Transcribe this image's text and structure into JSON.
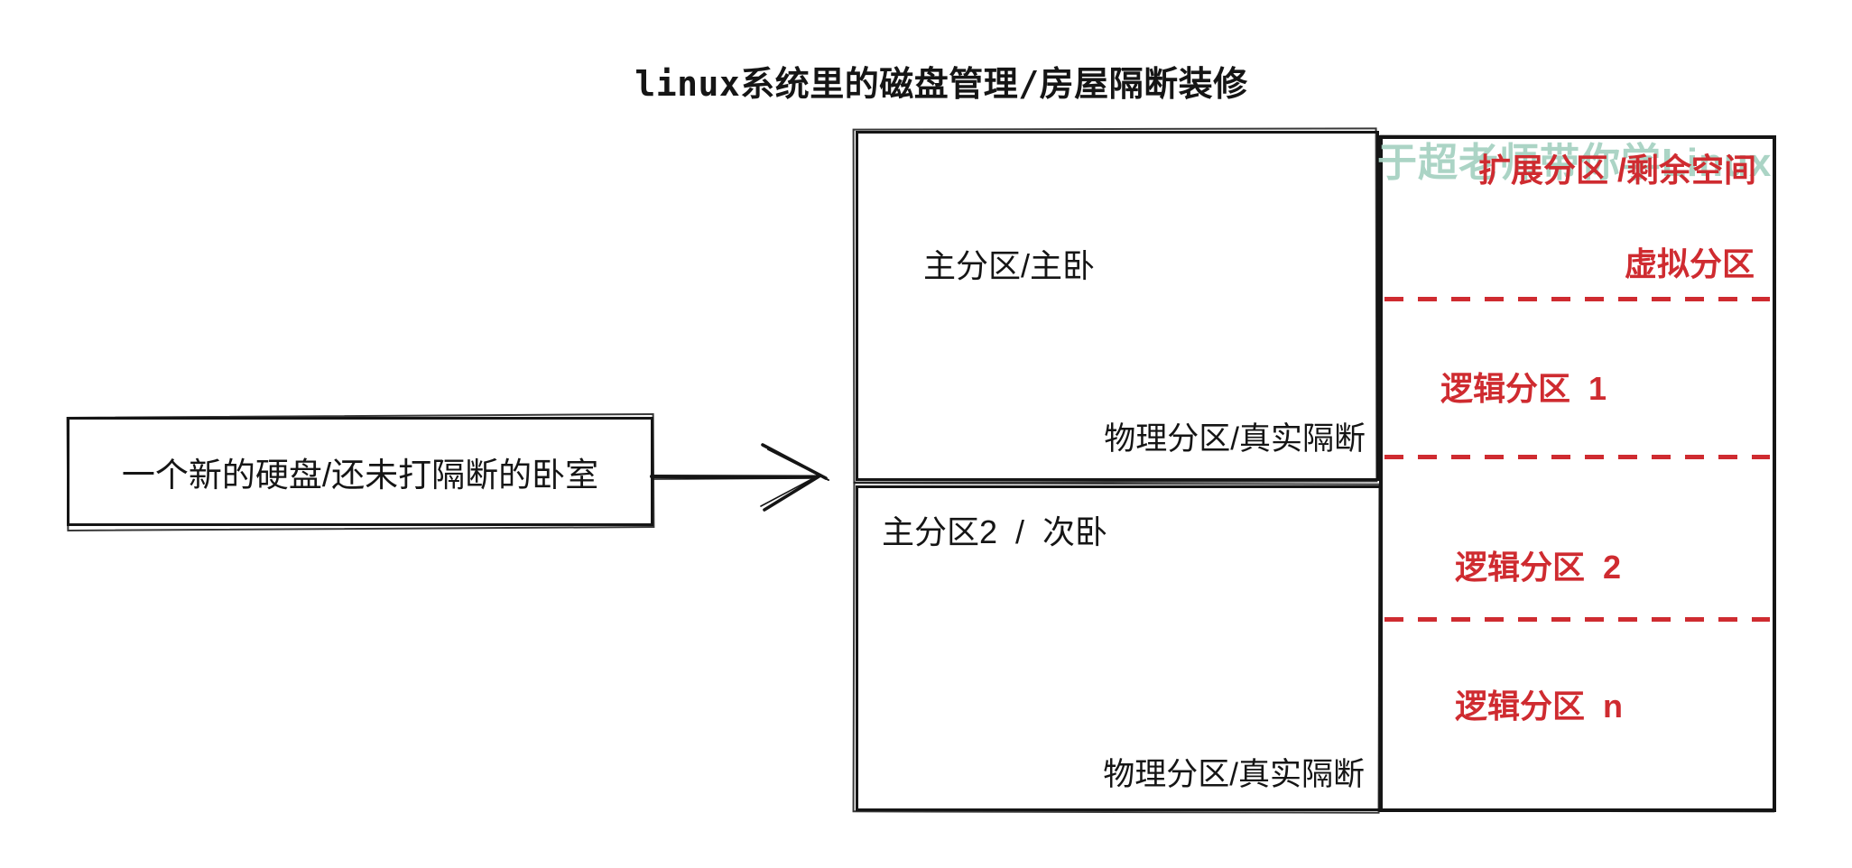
{
  "title": "linux系统里的磁盘管理/房屋隔断装修",
  "watermark": "于超老师带你学Linux",
  "disk": {
    "label": "一个新的硬盘/还未打隔断的卧室"
  },
  "partitions": {
    "primary1": {
      "name": "主分区/主卧",
      "type": "物理分区/真实隔断"
    },
    "primary2": {
      "name": "主分区2  /  次卧",
      "type": "物理分区/真实隔断"
    },
    "extended": {
      "header": "扩展分区 /剩余空间",
      "subheader": "虚拟分区",
      "logical": [
        "逻辑分区  1",
        "逻辑分区  2",
        "逻辑分区  n"
      ]
    }
  },
  "colors": {
    "ink": "#151515",
    "accent_red": "#cf2b30",
    "watermark_teal": "#a7d2c2"
  }
}
